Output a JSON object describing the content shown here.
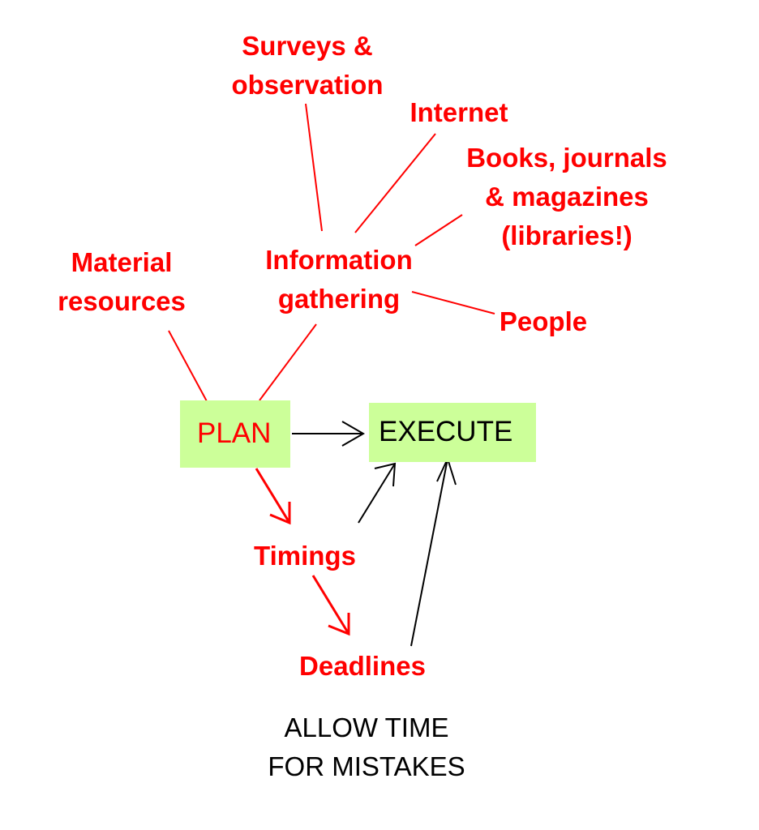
{
  "nodes": {
    "surveys": {
      "lines": [
        "Surveys &",
        "observation"
      ]
    },
    "internet": {
      "lines": [
        "Internet"
      ]
    },
    "books": {
      "lines": [
        "Books, journals",
        "& magazines",
        "(libraries!)"
      ]
    },
    "material": {
      "lines": [
        "Material",
        "resources"
      ]
    },
    "information": {
      "lines": [
        "Information",
        "gathering"
      ]
    },
    "people": {
      "lines": [
        "People"
      ]
    },
    "plan": {
      "label": "PLAN"
    },
    "execute": {
      "label": "EXECUTE"
    },
    "timings": {
      "lines": [
        "Timings"
      ]
    },
    "deadlines": {
      "lines": [
        "Deadlines"
      ]
    }
  },
  "note": {
    "lines": [
      "ALLOW TIME",
      "FOR MISTAKES"
    ]
  },
  "colors": {
    "text_red": "#ff0000",
    "box_fill": "#ccff99",
    "arrow_black": "#000000",
    "arrow_red": "#ff0000"
  }
}
